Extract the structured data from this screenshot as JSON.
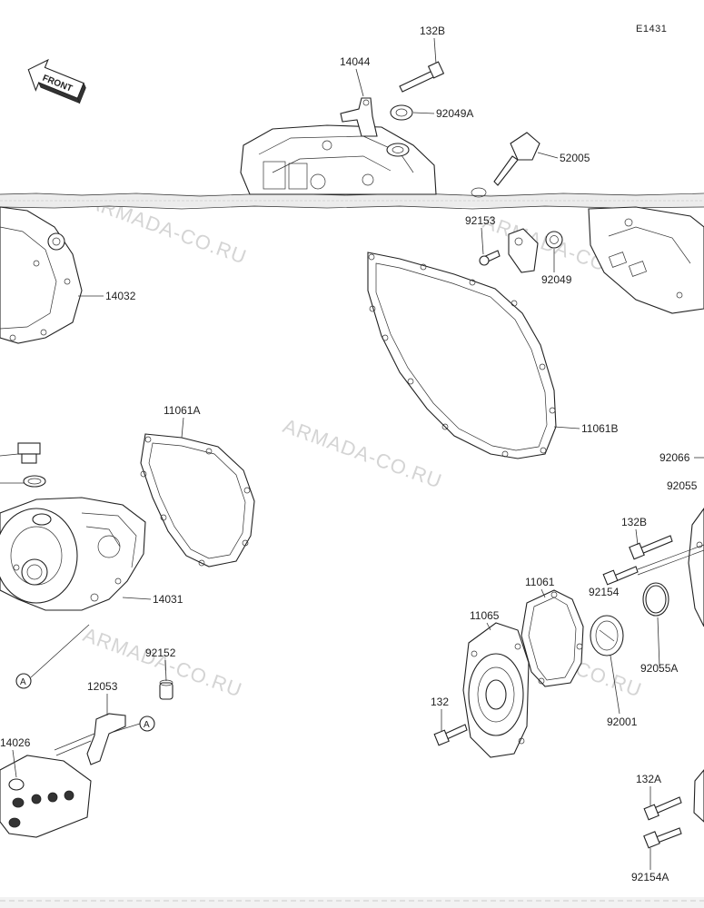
{
  "diagram_code": "E1431",
  "front_arrow_text": "FRONT",
  "watermark_text": "ARMADA-CO.RU",
  "reference_mark": "A",
  "parts": {
    "p132b_top": "132B",
    "p14044": "14044",
    "p92049a": "92049A",
    "p52005": "52005",
    "p92153": "92153",
    "p92049": "92049",
    "p14032": "14032",
    "p11061a": "11061A",
    "p11061b": "11061B",
    "p92066": "92066",
    "p92055": "92055",
    "p132b_right": "132B",
    "p92154": "92154",
    "p11061": "11061",
    "p11065": "11065",
    "p132": "132",
    "p92001": "92001",
    "p92055a": "92055A",
    "p14031": "14031",
    "p92152": "92152",
    "p12053": "12053",
    "p14026": "14026",
    "p132a": "132A",
    "p92154a": "92154A"
  }
}
